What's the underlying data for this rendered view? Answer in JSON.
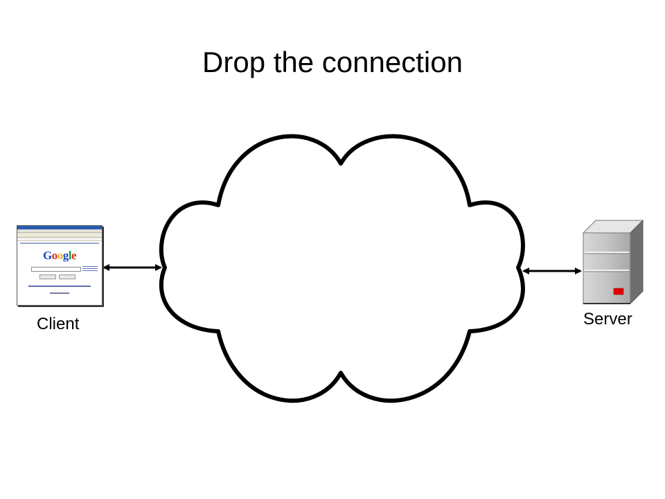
{
  "title": "Drop the connection",
  "nodes": {
    "client": {
      "label": "Client",
      "screenshot": {
        "logo_letters": [
          "G",
          "o",
          "o",
          "g",
          "l",
          "e"
        ]
      }
    },
    "server": {
      "label": "Server",
      "indicator_color": "#e00000"
    }
  },
  "network": {
    "shape": "cloud-icon",
    "stroke_color": "#000000"
  },
  "links": [
    {
      "from": "client",
      "to": "network",
      "style": "double-arrow"
    },
    {
      "from": "network",
      "to": "server",
      "style": "double-arrow"
    }
  ]
}
